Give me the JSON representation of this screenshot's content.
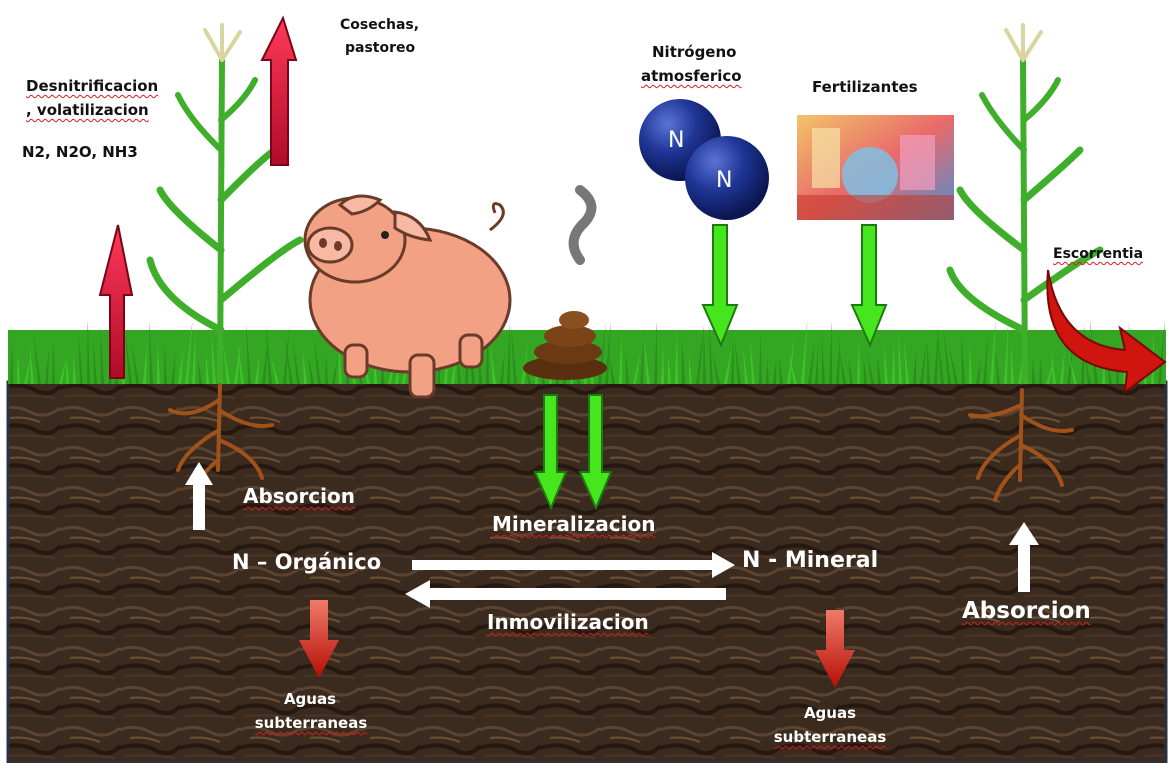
{
  "labels": {
    "desnitrificacion_line1": "Desnitrificacion",
    "desnitrificacion_line2": ", volatilizacion",
    "gases": "N2, N2O, NH3",
    "cosechas_line1": "Cosechas,",
    "cosechas_line2": "pastoreo",
    "nitrogeno_line1": "Nitrógeno",
    "nitrogeno_line2": "atmosferico",
    "fertilizantes": "Fertilizantes",
    "escorrentia": "Escorrentia",
    "absorcion_left": "Absorcion",
    "absorcion_right": "Absorcion",
    "mineralizacion": "Mineralizacion",
    "n_organico": "N – Orgánico",
    "n_mineral": "N  -  Mineral",
    "inmovilizacion": "Inmovilizacion",
    "aguas_left_line1": "Aguas",
    "aguas_left_line2": "subterraneas",
    "aguas_right_line1": "Aguas",
    "aguas_right_line2": "subterraneas"
  },
  "molecule": {
    "atom_1": "N",
    "atom_2": "N"
  },
  "colors": {
    "soil": "#3b2a1e",
    "grass": "#2f9e1f",
    "emission_arrow": "#e0183c",
    "input_arrow": "#46e61e",
    "leaching_arrow": "#c8160c",
    "flow_arrow": "#ffffff",
    "nitrogen_atom": "#1a2f8c"
  }
}
